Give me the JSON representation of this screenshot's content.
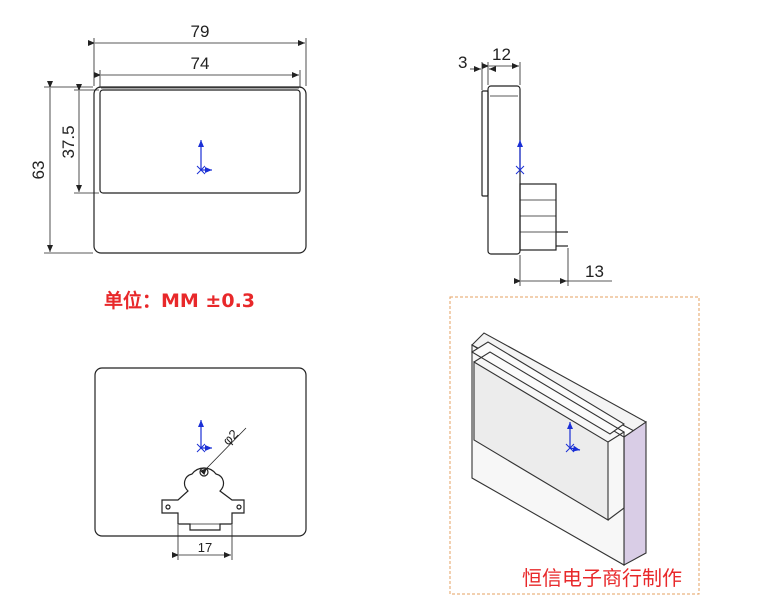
{
  "front_view": {
    "dim_overall_width": "79",
    "dim_window_width": "74",
    "dim_overall_height": "63",
    "dim_window_height": "37.5"
  },
  "side_view": {
    "dim_bezel": "3",
    "dim_depth": "12",
    "dim_rear_depth": "13"
  },
  "back_view": {
    "dim_hole_diameter": "φ2",
    "dim_bracket_width": "17"
  },
  "labels": {
    "unit_tolerance": "单位：MM  ±0.3",
    "maker": "恒信电子商行制作"
  },
  "colors": {
    "label_red": "#e8282a",
    "line": "#222222",
    "axis_blue": "#1a2fd6",
    "dashed_frame": "#e6a060",
    "side_face_purple": "#d9cde6"
  }
}
